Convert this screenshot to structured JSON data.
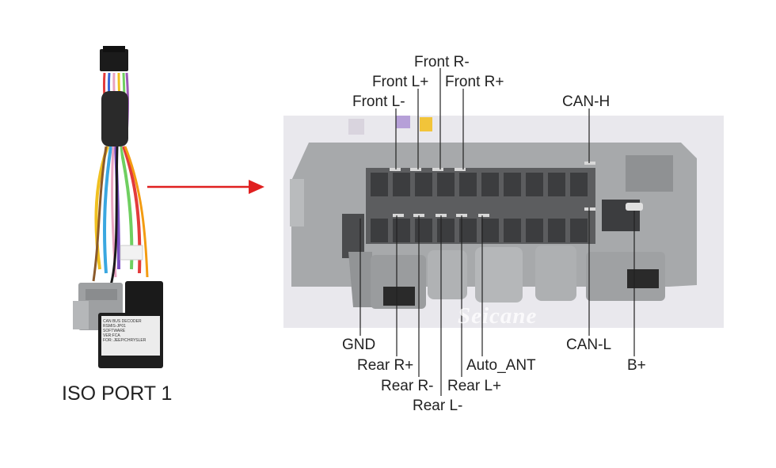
{
  "port_caption": "ISO PORT 1",
  "watermark": "Seicane",
  "module_label_lines": [
    "CAN BUS DECODER",
    "RSMIS-JP01",
    "SOFTWARE",
    "VER:FCA",
    "FOR: JEEP/CHRYSLER"
  ],
  "pin_labels_top": {
    "front_r_minus": "Front R-",
    "front_l_plus": "Front L+",
    "front_r_plus": "Front R+",
    "front_l_minus": "Front L-",
    "can_h": "CAN-H"
  },
  "pin_labels_bottom": {
    "gnd": "GND",
    "rear_r_plus": "Rear R+",
    "rear_r_minus": "Rear R-",
    "rear_l_minus": "Rear L-",
    "rear_l_plus": "Rear L+",
    "auto_ant": "Auto_ANT",
    "can_l": "CAN-L",
    "b_plus": "B+"
  },
  "colors": {
    "arrow": "#e02020",
    "connector_body": "#a7a9ab",
    "leader_line": "#222222"
  }
}
